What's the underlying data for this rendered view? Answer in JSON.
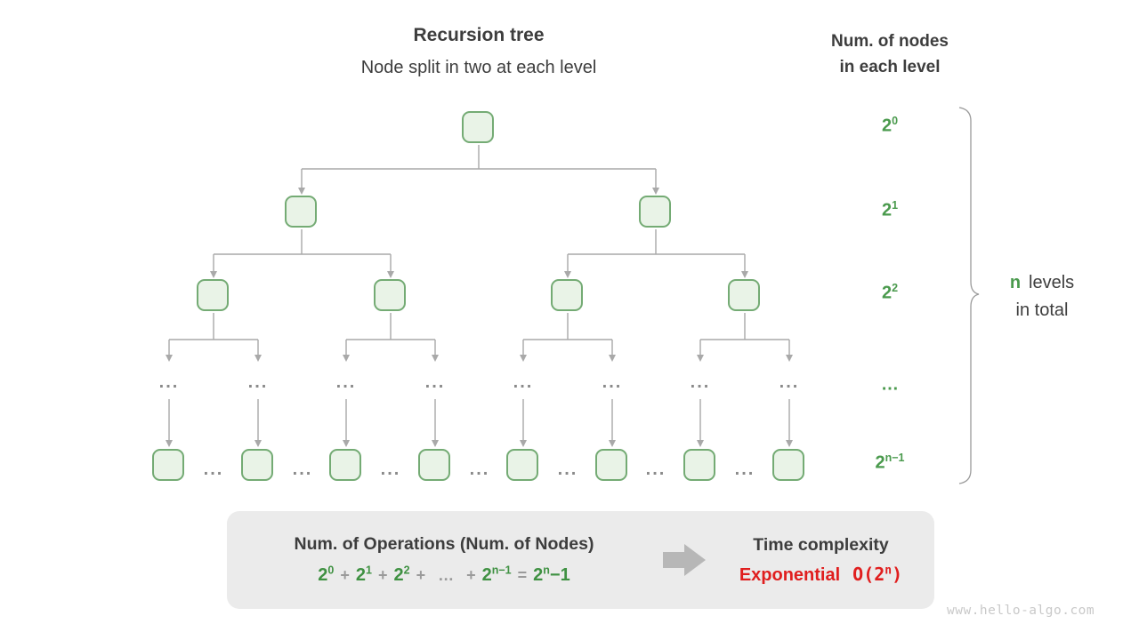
{
  "header": {
    "title": "Recursion tree",
    "subtitle": "Node split in two at each level",
    "right_title_line1": "Num. of nodes",
    "right_title_line2": "in each level"
  },
  "levels": [
    {
      "base": "2",
      "sup": "0"
    },
    {
      "base": "2",
      "sup": "1"
    },
    {
      "base": "2",
      "sup": "2"
    },
    {
      "base": "…",
      "sup": ""
    },
    {
      "base": "2",
      "sup": "n−1"
    }
  ],
  "tree": {
    "ellipsis": "..."
  },
  "brace": {
    "n": "n",
    "word": "levels",
    "line2": "in total"
  },
  "box": {
    "left_title": "Num. of Operations (Num. of Nodes)",
    "formula": {
      "t1b": "2",
      "t1s": "0",
      "p1": "+",
      "t2b": "2",
      "t2s": "1",
      "p2": "+",
      "t3b": "2",
      "t3s": "2",
      "p3": "+",
      "dots": "…",
      "p4": "+",
      "t4b": "2",
      "t4s": "n−1",
      "eq": "=",
      "t5b": "2",
      "t5s": "n",
      "t5post": "−1"
    },
    "right_title": "Time complexity",
    "exp_word": "Exponential",
    "o_pre": "O(2",
    "o_sup": "n",
    "o_post": ")"
  },
  "watermark": "www.hello-algo.com",
  "colors": {
    "green_text": "#4a9a4d",
    "node_border": "#74ab74",
    "node_fill": "#e9f3e7",
    "connector_gray": "#a9a9a9",
    "box_background": "#ebebeb",
    "red_text": "#e01e1e",
    "dark_text": "#3d3d3d",
    "watermark_gray": "#c9c9c9"
  }
}
